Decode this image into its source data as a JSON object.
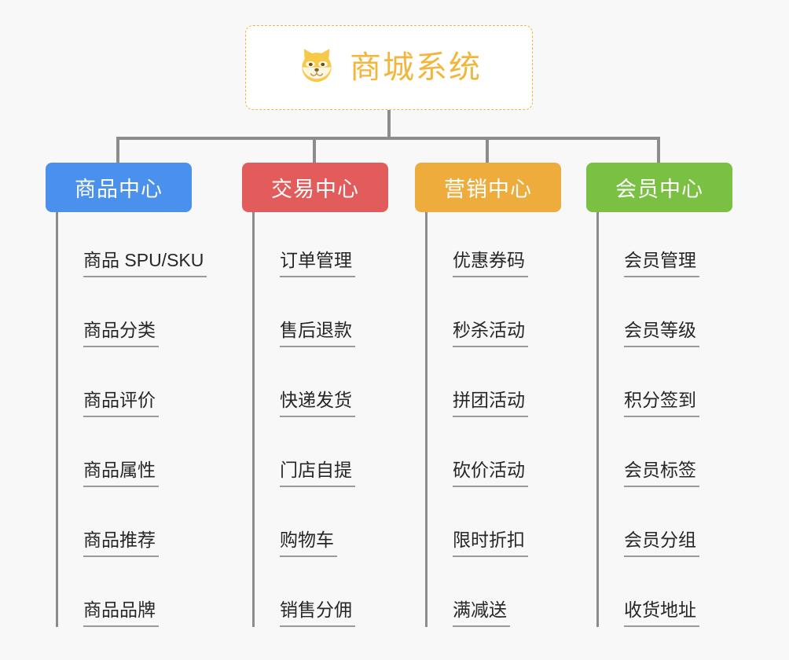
{
  "root": {
    "title": "商城系统",
    "icon": "shiba-dog-face-icon"
  },
  "colors": {
    "background": "#f8f8f8",
    "root_border": "#f0b63c",
    "root_text": "#f2b63c",
    "connector": "#8c8c8c",
    "item_text": "#262626",
    "item_rule": "#9a9a9a",
    "category_1": "#4a90ed",
    "category_2": "#e25c5c",
    "category_3": "#eeac3c",
    "category_4": "#7ac143"
  },
  "categories": [
    {
      "label": "商品中心",
      "color": "#4a90ed",
      "items": [
        "商品 SPU/SKU",
        "商品分类",
        "商品评价",
        "商品属性",
        "商品推荐",
        "商品品牌"
      ]
    },
    {
      "label": "交易中心",
      "color": "#e25c5c",
      "items": [
        "订单管理",
        "售后退款",
        "快递发货",
        "门店自提",
        "购物车",
        "销售分佣"
      ]
    },
    {
      "label": "营销中心",
      "color": "#eeac3c",
      "items": [
        "优惠券码",
        "秒杀活动",
        "拼团活动",
        "砍价活动",
        "限时折扣",
        "满减送"
      ]
    },
    {
      "label": "会员中心",
      "color": "#7ac143",
      "items": [
        "会员管理",
        "会员等级",
        "积分签到",
        "会员标签",
        "会员分组",
        "收货地址"
      ]
    }
  ]
}
